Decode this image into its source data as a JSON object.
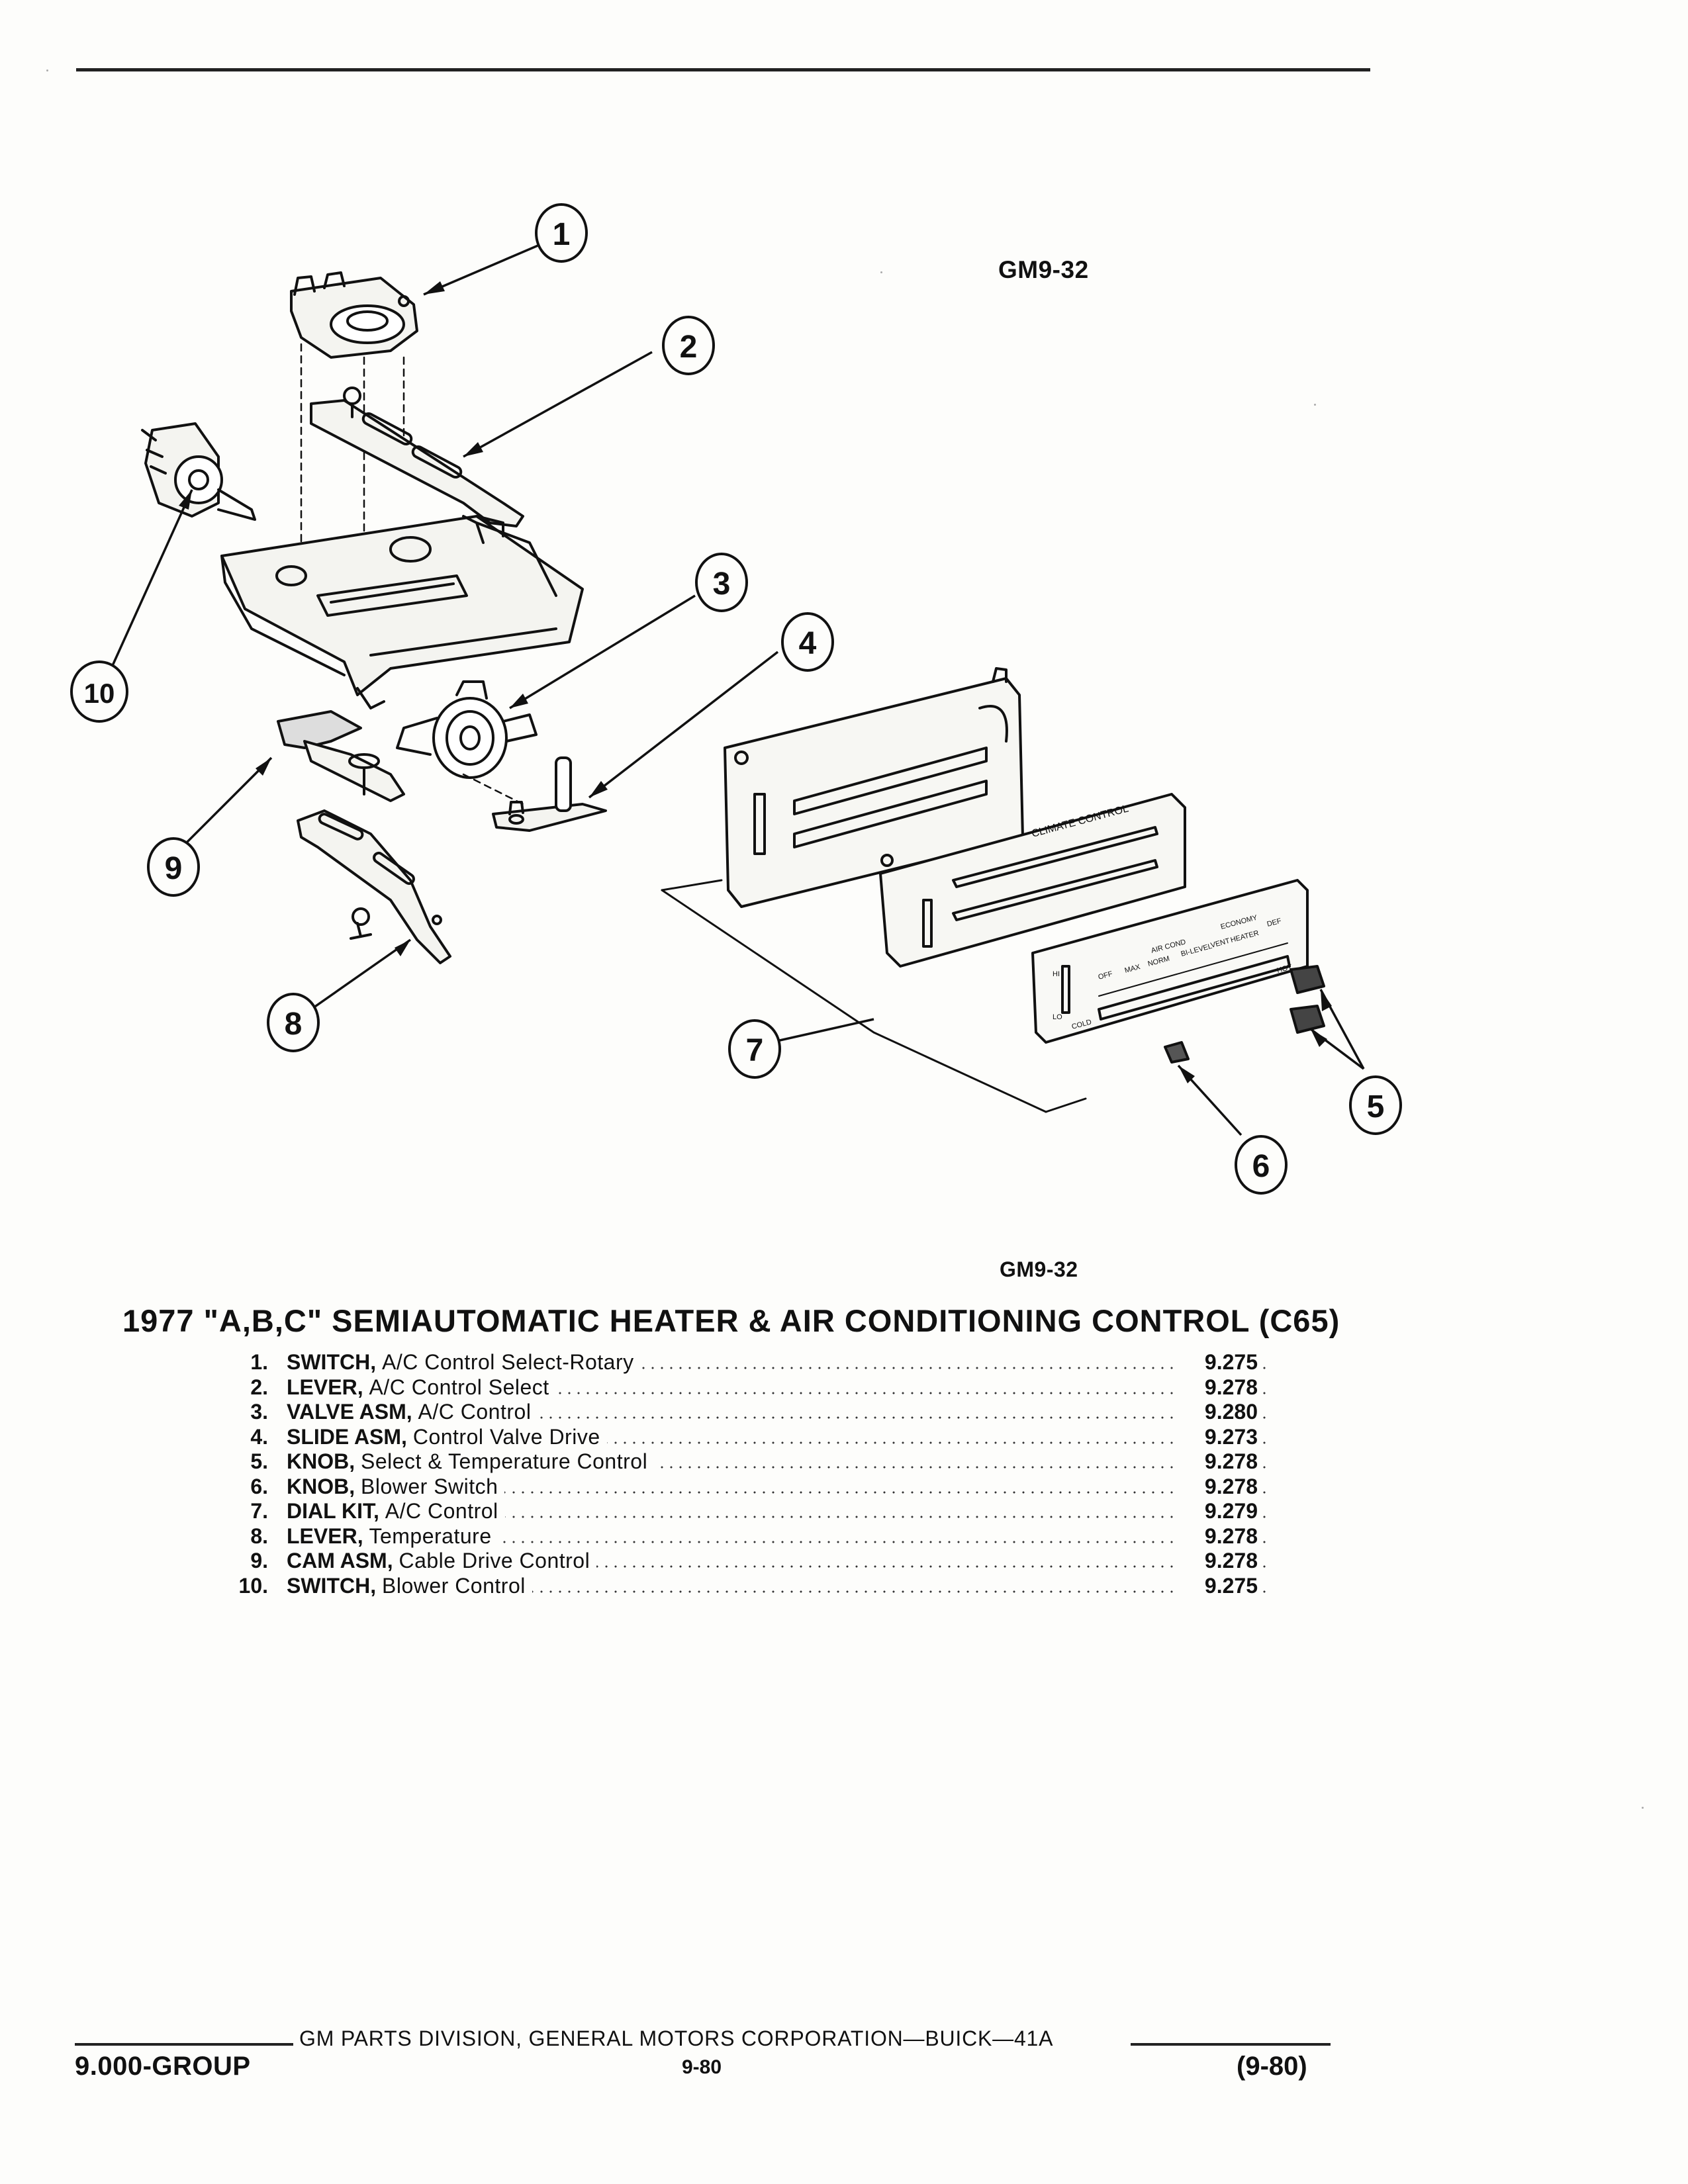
{
  "figure": {
    "tag_top": "GM9-32",
    "tag_bottom": "GM9-32",
    "callouts": [
      "1",
      "2",
      "3",
      "4",
      "5",
      "6",
      "7",
      "8",
      "9",
      "10"
    ],
    "dial_panel_text": {
      "climate_control": "CLIMATE CONTROL",
      "off": "OFF",
      "max": "MAX",
      "norm": "NORM",
      "bi_level": "BI-LEVEL",
      "vent": "VENT",
      "heater": "HEATER",
      "def": "DEF",
      "air_cond": "AIR COND",
      "economy": "ECONOMY",
      "hi": "HI",
      "lo": "LO",
      "cold": "COLD",
      "hot": "HOT"
    }
  },
  "title": "1977 \"A,B,C\" SEMIAUTOMATIC HEATER & AIR CONDITIONING CONTROL (C65)",
  "parts": [
    {
      "num": "1.",
      "name": "SWITCH,",
      "desc": "A/C Control Select-Rotary",
      "ref": "9.275"
    },
    {
      "num": "2.",
      "name": "LEVER,",
      "desc": "A/C Control Select",
      "ref": "9.278"
    },
    {
      "num": "3.",
      "name": "VALVE ASM,",
      "desc": "A/C Control",
      "ref": "9.280"
    },
    {
      "num": "4.",
      "name": "SLIDE ASM,",
      "desc": "Control Valve Drive",
      "ref": "9.273"
    },
    {
      "num": "5.",
      "name": "KNOB,",
      "desc": "Select & Temperature Control",
      "ref": "9.278"
    },
    {
      "num": "6.",
      "name": "KNOB,",
      "desc": "Blower Switch",
      "ref": "9.278"
    },
    {
      "num": "7.",
      "name": "DIAL KIT,",
      "desc": "A/C Control",
      "ref": "9.279"
    },
    {
      "num": "8.",
      "name": "LEVER,",
      "desc": "Temperature",
      "ref": "9.278"
    },
    {
      "num": "9.",
      "name": "CAM ASM,",
      "desc": "Cable Drive Control",
      "ref": "9.278"
    },
    {
      "num": "10.",
      "name": "SWITCH,",
      "desc": "Blower Control",
      "ref": "9.275"
    }
  ],
  "footer": {
    "publisher": "GM PARTS DIVISION, GENERAL MOTORS CORPORATION—BUICK—41A",
    "group": "9.000-GROUP",
    "page": "9-80",
    "date": "(9-80)"
  }
}
